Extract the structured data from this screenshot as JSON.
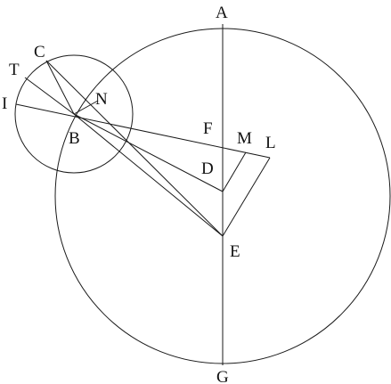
{
  "figure": {
    "labels": {
      "A": "A",
      "B": "B",
      "C": "C",
      "D": "D",
      "E": "E",
      "F": "F",
      "G": "G",
      "I": "I",
      "L": "L",
      "M": "M",
      "N": "N",
      "T": "T"
    }
  }
}
